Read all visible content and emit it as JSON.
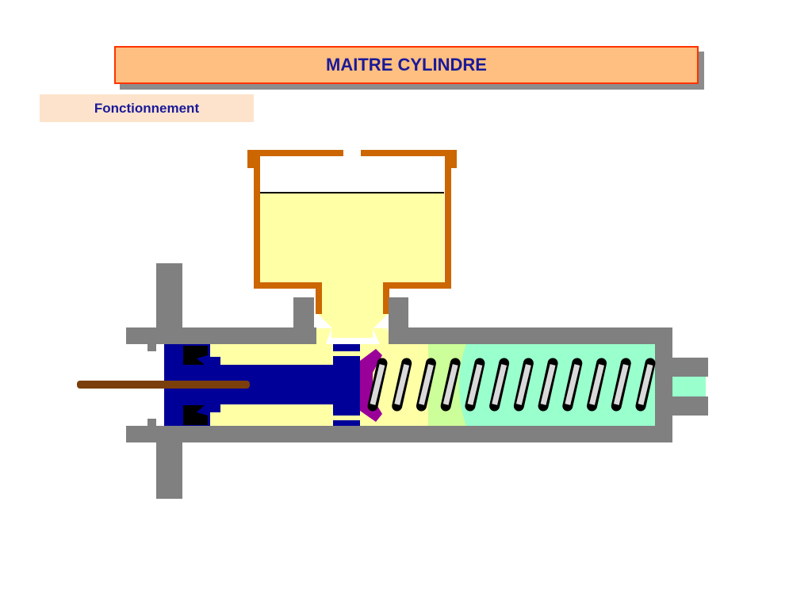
{
  "header": {
    "title": "MAITRE CYLINDRE",
    "subtitle": "Fonctionnement"
  },
  "colors": {
    "title_fill": "#ffbf80",
    "title_border": "#ff3300",
    "title_text": "#1a1a99",
    "subtitle_fill": "#fde3cc",
    "cylinder_body": "#808080",
    "brake_fluid": "#ffffa6",
    "pressure_fluid": "#99ffcc",
    "reservoir_wall": "#cc6600",
    "piston": "#000099",
    "push_rod": "#7a3f0a",
    "primary_cup": "#990099",
    "spring_coil": "#d9d9d9",
    "spring_outline": "#000000"
  },
  "diagram": {
    "components": [
      "reservoir",
      "brake-fluid",
      "cylinder-body",
      "mounting-flange",
      "piston",
      "push-rod",
      "primary-cup",
      "return-spring",
      "outlet-port"
    ],
    "spring_turns": 12
  }
}
